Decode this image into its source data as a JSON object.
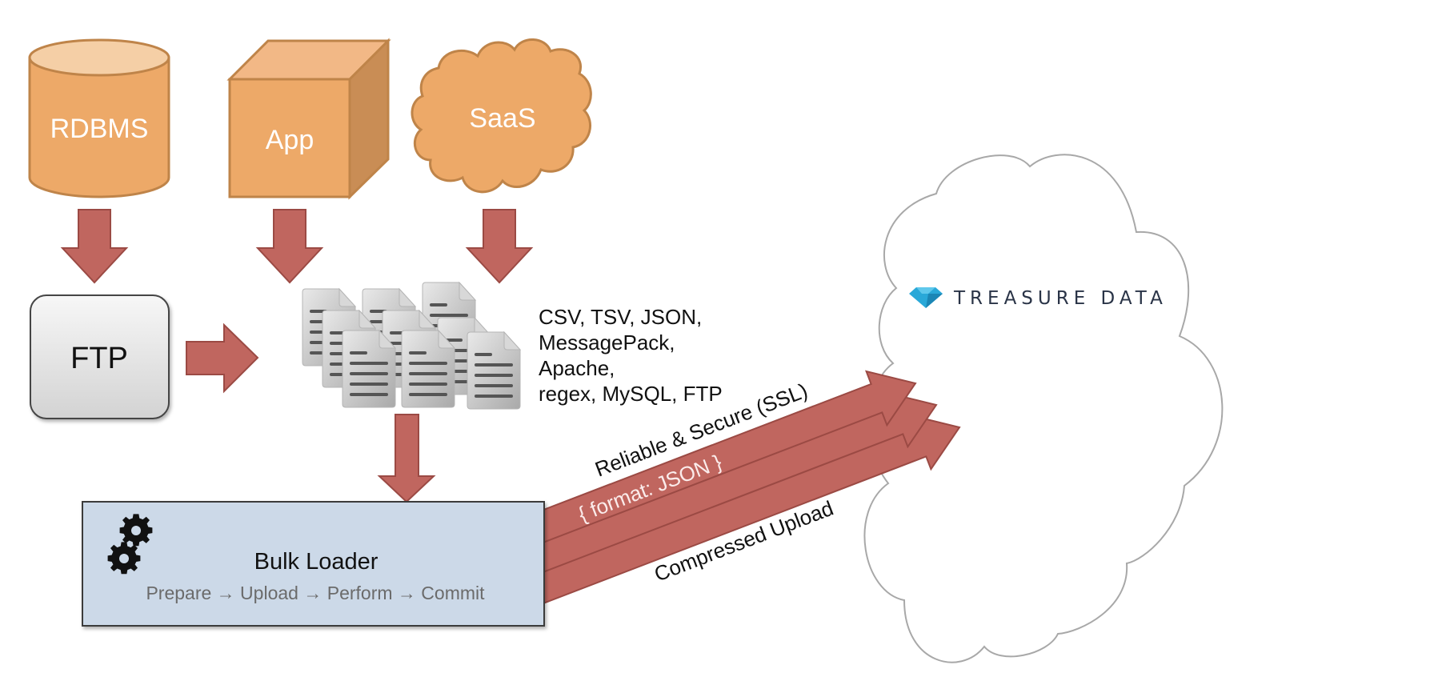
{
  "diagram": {
    "sources": [
      {
        "id": "rdbms",
        "label": "RDBMS",
        "shape": "cylinder"
      },
      {
        "id": "app",
        "label": "App",
        "shape": "cube"
      },
      {
        "id": "saas",
        "label": "SaaS",
        "shape": "cloud"
      }
    ],
    "ftp": {
      "label": "FTP"
    },
    "formats": {
      "lines": [
        "CSV, TSV, JSON,",
        "MessagePack,",
        "Apache,",
        "regex, MySQL, FTP"
      ]
    },
    "files_icon": "document-stack-icon",
    "bulk_loader": {
      "title": "Bulk Loader",
      "icon": "gears-icon",
      "steps": [
        "Prepare",
        "Upload",
        "Perform",
        "Commit"
      ],
      "separator": "→",
      "steps_text": "Prepare → Upload → Perform → Commit"
    },
    "upload_arrows": {
      "top_label": "Reliable & Secure (SSL)",
      "middle_label": "{ format: JSON }",
      "bottom_label": "Compressed Upload"
    },
    "destination": {
      "brand": "TREASURE DATA",
      "logo_icon": "diamond-icon",
      "shape": "cloud"
    },
    "colors": {
      "source_fill": "#eda968",
      "source_top": "#f5cfa6",
      "source_side": "#c98d55",
      "source_stroke": "#bf8449",
      "arrow_fill": "#c0665f",
      "arrow_stroke": "#9b4a44",
      "bulk_fill": "#ccd9e8",
      "cloud_stroke": "#a8a8a8",
      "logo_blue": "#29a8d8"
    }
  }
}
